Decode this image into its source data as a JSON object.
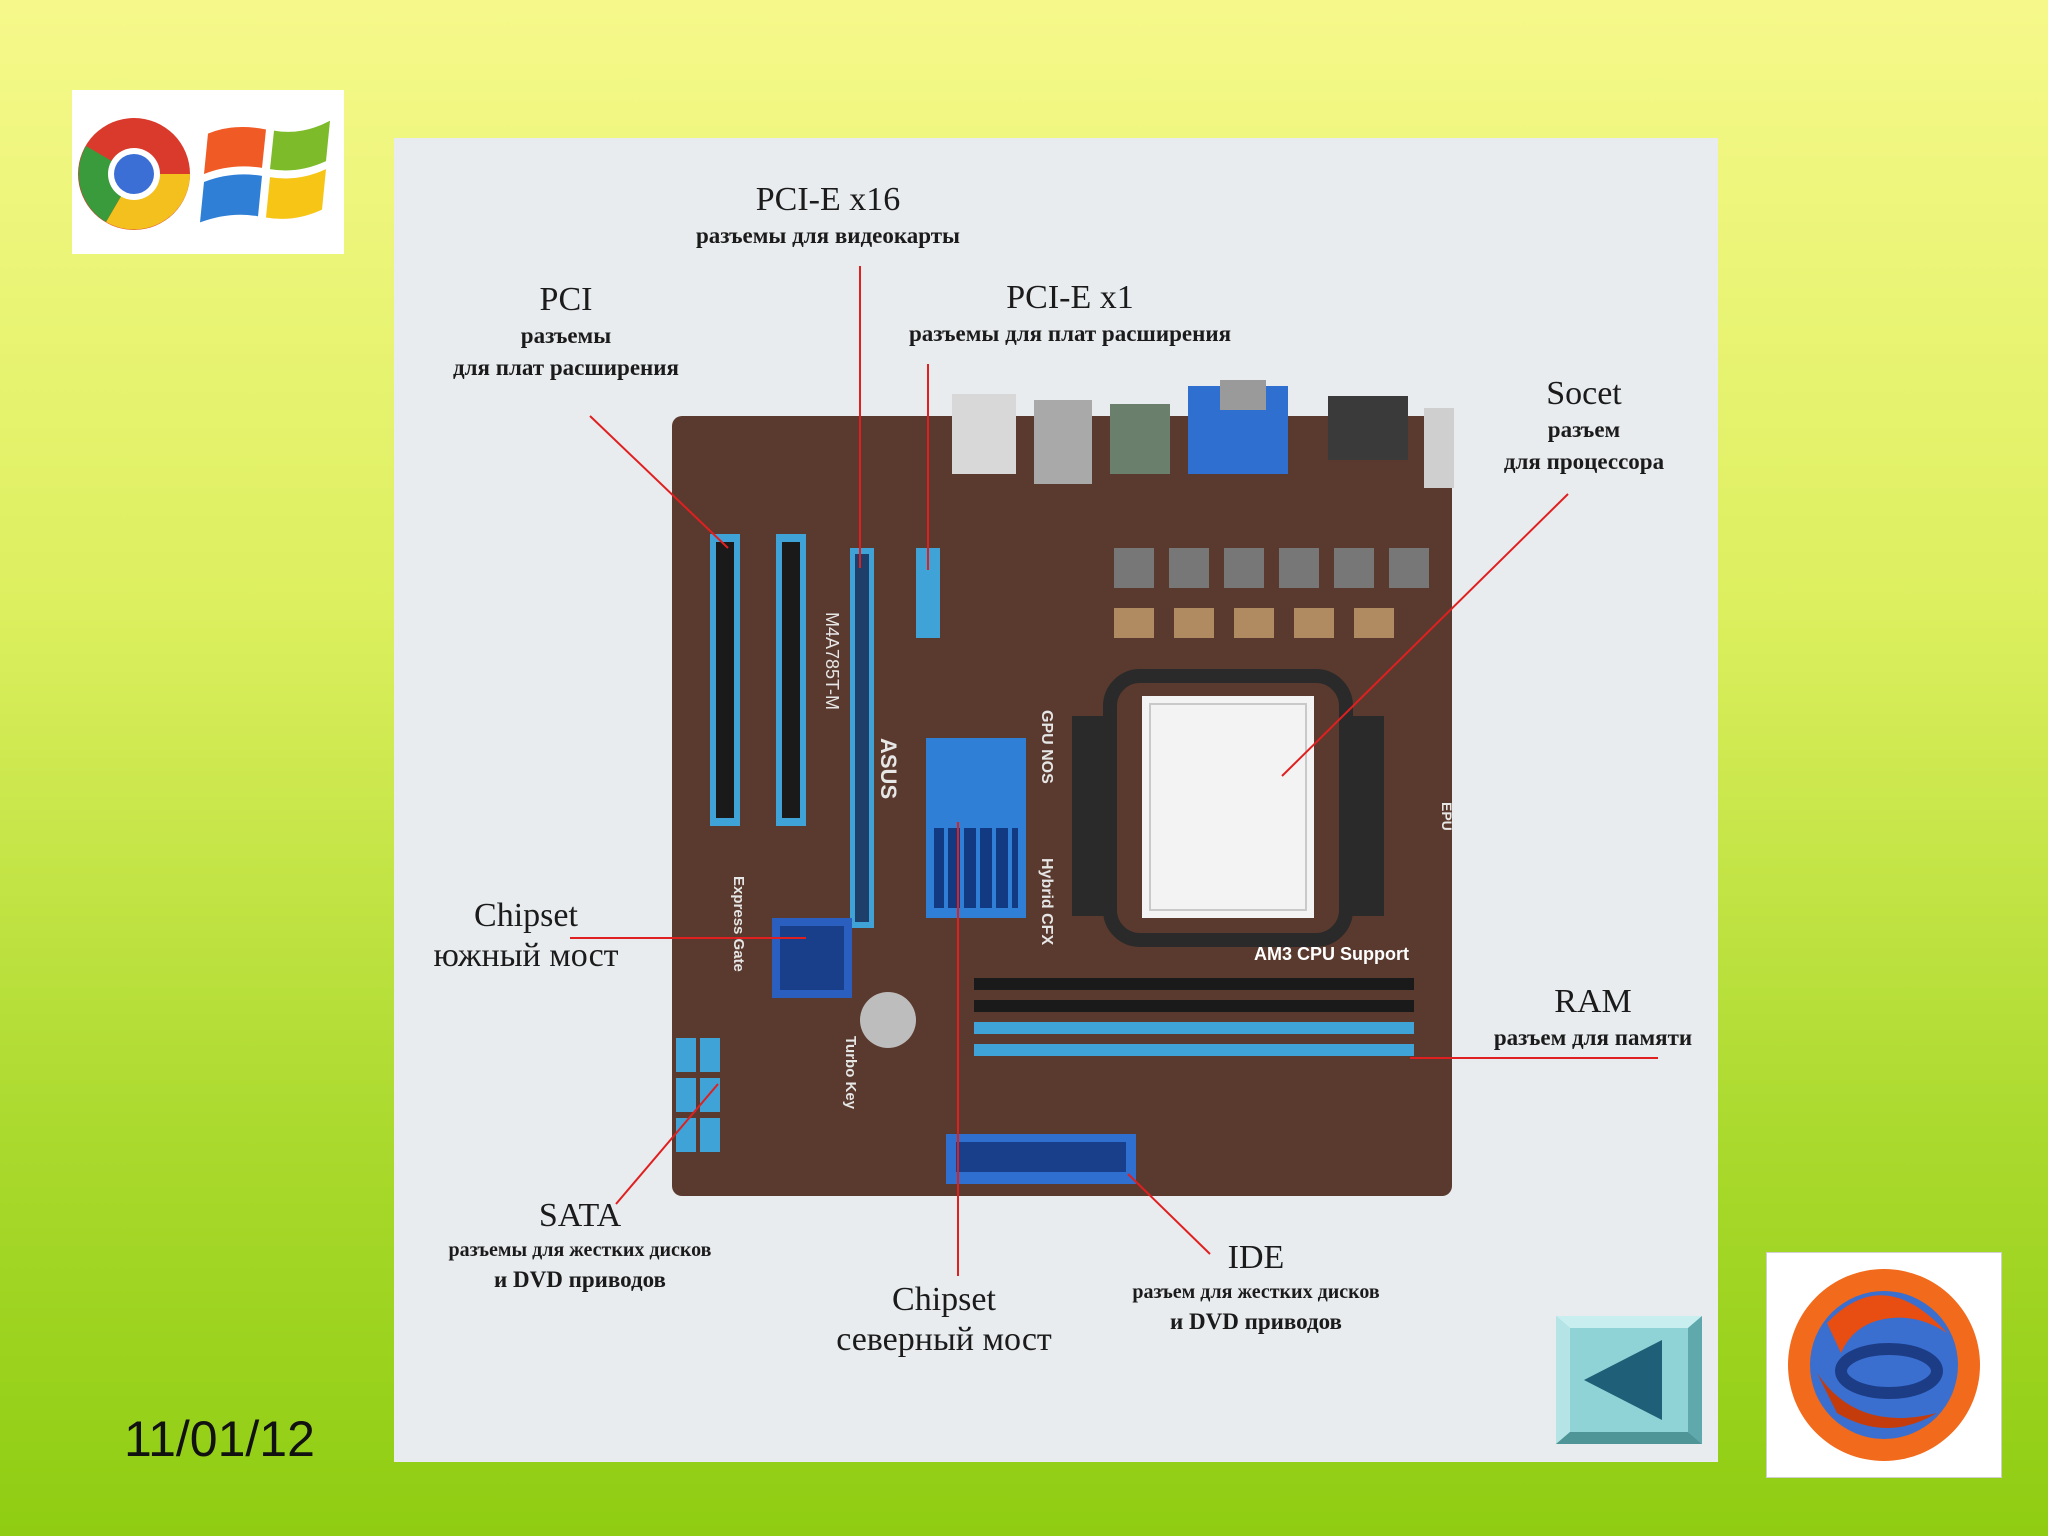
{
  "date": "11/01/12",
  "board": {
    "model_text": "M4A785T-M",
    "brand_text": "ASUS",
    "cpu_support_text": "AM3 CPU Support",
    "gpu_nos_text": "GPU NOS",
    "hybrid_text": "Hybrid CFX",
    "express_gate_text": "Express Gate",
    "turbo_key_text": "Turbo Key",
    "epu_text": "EPU"
  },
  "callouts": {
    "pcie16": {
      "title": "PCI-E x16",
      "desc": "разъемы для видеокарты"
    },
    "pci": {
      "title": "PCI",
      "desc1": "разъемы",
      "desc2": "для плат расширения"
    },
    "pcie1": {
      "title": "PCI-E x1",
      "desc": "разъемы для плат расширения"
    },
    "socket": {
      "title": "Socet",
      "desc1": "разъем",
      "desc2": "для процессора"
    },
    "chipset_south": {
      "title": "Chipset",
      "desc": "южный мост"
    },
    "ram": {
      "title": "RAM",
      "desc": "разъем для памяти"
    },
    "sata": {
      "title": "SATA",
      "desc1": "разъемы для жестких дисков",
      "desc2": "и DVD приводов"
    },
    "ide": {
      "title": "IDE",
      "desc1": "разъем для жестких дисков",
      "desc2": "и DVD приводов"
    },
    "chipset_north": {
      "title": "Chipset",
      "desc": "северный мост"
    }
  },
  "colors": {
    "background_top": "#f6f98a",
    "background_bottom": "#8fcd12",
    "board": "#5a3a2e",
    "slot_blue": "#3fa3d8",
    "pointer_red": "#e02020",
    "panel": "#e8ecef"
  },
  "icons": [
    "chrome-icon",
    "windows-icon",
    "firefox-icon",
    "back-arrow-icon"
  ]
}
